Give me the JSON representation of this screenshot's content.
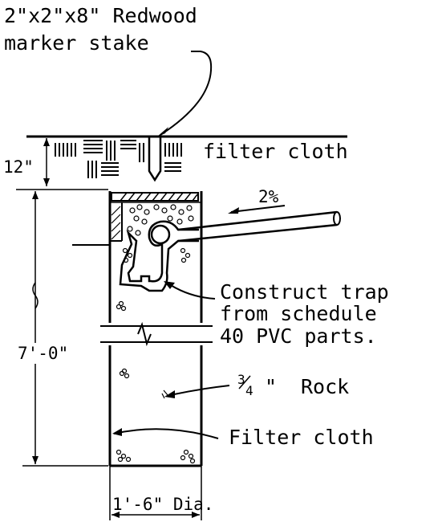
{
  "callouts": {
    "stake_line1": "2\"x2\"x8\" Redwood",
    "stake_line2": "marker stake",
    "filter_cloth_top": "filter cloth",
    "slope": "2%",
    "trap_line1": "Construct trap",
    "trap_line2": "from schedule",
    "trap_line3": "40 PVC parts.",
    "rock": "Rock",
    "rock_fraction_num": "3",
    "rock_fraction_den": "4",
    "rock_inch_mark": "\"",
    "filter_cloth_bottom": "Filter cloth"
  },
  "dimensions": {
    "depth_top": "12\"",
    "depth_total": "7'-0\"",
    "diameter": "1'-6\" Dia."
  }
}
